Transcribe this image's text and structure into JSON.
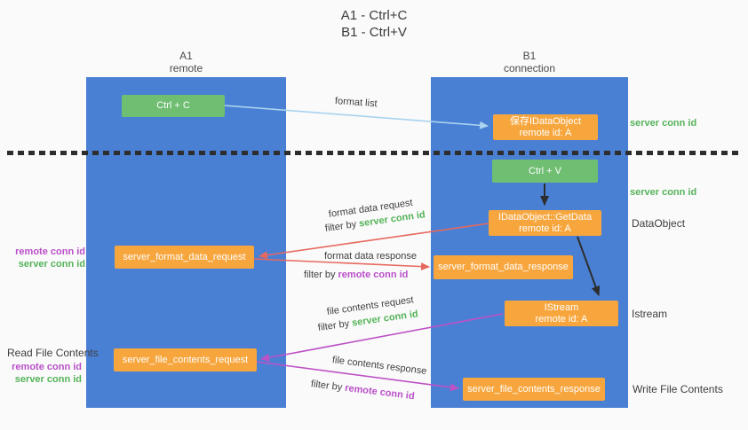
{
  "title": {
    "line1": "A1 - Ctrl+C",
    "line2": "B1 - Ctrl+V"
  },
  "lifelines": {
    "left": {
      "name": "A1",
      "role": "remote"
    },
    "right": {
      "name": "B1",
      "role": "connection"
    }
  },
  "nodes": {
    "ctrl_c": {
      "label": "Ctrl + C"
    },
    "ctrl_v": {
      "label": "Ctrl + V"
    },
    "save_idataobject": {
      "line1": "保存IDataObject",
      "line2": "remote id: A"
    },
    "getdata": {
      "line1": "IDataObject::GetData",
      "line2": "remote id: A"
    },
    "istream": {
      "line1": "IStream",
      "line2": "remote id: A"
    },
    "server_format_data_request": {
      "label": "server_format_data_request"
    },
    "server_format_data_response": {
      "label": "server_format_data_response"
    },
    "server_file_contents_request": {
      "label": "server_file_contents_request"
    },
    "server_file_contents_response": {
      "label": "server_file_contents_response"
    }
  },
  "flow_labels": {
    "format_list": "format list",
    "format_data_request": "format data request",
    "format_data_request_filter_prefix": "filter by",
    "format_data_request_filter_key": "server conn id",
    "format_data_response": "format data response",
    "format_data_response_filter_prefix": "filter by",
    "format_data_response_filter_key": "remote conn id",
    "file_contents_request": "file contents request",
    "file_contents_request_filter_prefix": "filter by",
    "file_contents_request_filter_key": "server conn id",
    "file_contents_response": "file contents response",
    "file_contents_response_filter_prefix": "filter by",
    "file_contents_response_filter_key": "remote conn id"
  },
  "side_labels": {
    "server_conn_id_top": "server conn id",
    "server_conn_id_mid": "server conn id",
    "dataobject": "DataObject",
    "istream": "Istream",
    "write_file_contents": "Write File Contents",
    "read_file_contents": "Read File Contents",
    "format_remote_conn_id": "remote conn id",
    "format_server_conn_id": "server conn id",
    "file_remote_conn_id": "remote conn id",
    "file_server_conn_id": "server conn id"
  },
  "colors": {
    "column_blue": "#4a80d4",
    "node_orange": "#f7a63e",
    "button_green": "#6fbe72",
    "green_text": "#55b359",
    "purple_text": "#b94fc8",
    "red_arrow": "#e7685e",
    "magenta_arrow": "#bd52c6",
    "blue_arrow": "#a9d3ef",
    "black_arrow": "#2d2d2d"
  }
}
